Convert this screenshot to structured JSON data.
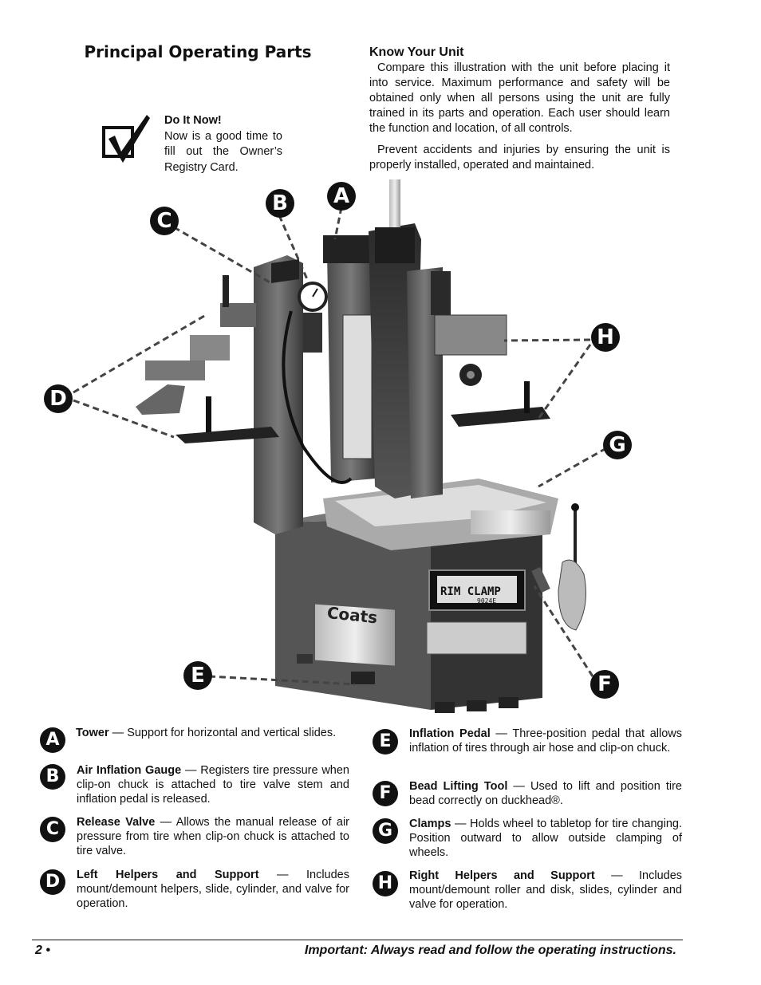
{
  "section_title": "Principal Operating Parts",
  "do_it_now": {
    "title": "Do It Now!",
    "body": "Now is a good time to fill out the Owner’s Registry Card."
  },
  "know_your_unit": {
    "heading": "Know Your Unit",
    "paragraphs": [
      "Compare this illustration with the unit before placing it into service. Maximum performance and safety will be obtained only when all persons using the unit are fully trained in its parts and operation. Each user should learn the function and location, of all controls.",
      "Prevent accidents and injuries by ensuring the unit is properly installed, operated and maintained."
    ]
  },
  "machine_labels": {
    "brand": "Coats",
    "model_line1": "RIM CLAMP",
    "model_line2": "9024E"
  },
  "callouts": [
    "A",
    "B",
    "C",
    "D",
    "E",
    "F",
    "G",
    "H"
  ],
  "parts": [
    {
      "letter": "A",
      "name": "Tower",
      "desc": "Support for horizontal and vertical slides."
    },
    {
      "letter": "B",
      "name": "Air Inflation Gauge",
      "desc": "Registers tire pressure when clip-on chuck is attached to tire valve stem and inflation pedal is released."
    },
    {
      "letter": "C",
      "name": "Release Valve",
      "desc": "Allows the manual release of air pressure from tire when clip-on chuck is attached to tire valve."
    },
    {
      "letter": "D",
      "name": "Left Helpers and Support",
      "desc": "Includes mount/demount helpers, slide, cylinder, and valve for operation."
    },
    {
      "letter": "E",
      "name": "Inflation Pedal",
      "desc": "Three-position pedal that allows inflation of tires through air hose and clip-on chuck."
    },
    {
      "letter": "F",
      "name": "Bead Lifting Tool",
      "desc": "Used to lift and position tire bead correctly on duckhead®."
    },
    {
      "letter": "G",
      "name": "Clamps",
      "desc": "Holds wheel to tabletop for tire changing. Position outward to allow outside clamping of wheels."
    },
    {
      "letter": "H",
      "name": "Right Helpers and Support",
      "desc": "Includes mount/demount roller and disk, slides, cylinder and valve for operation."
    }
  ],
  "footer": {
    "page": "2 •",
    "note": "Important: Always read and follow the operating instructions."
  }
}
